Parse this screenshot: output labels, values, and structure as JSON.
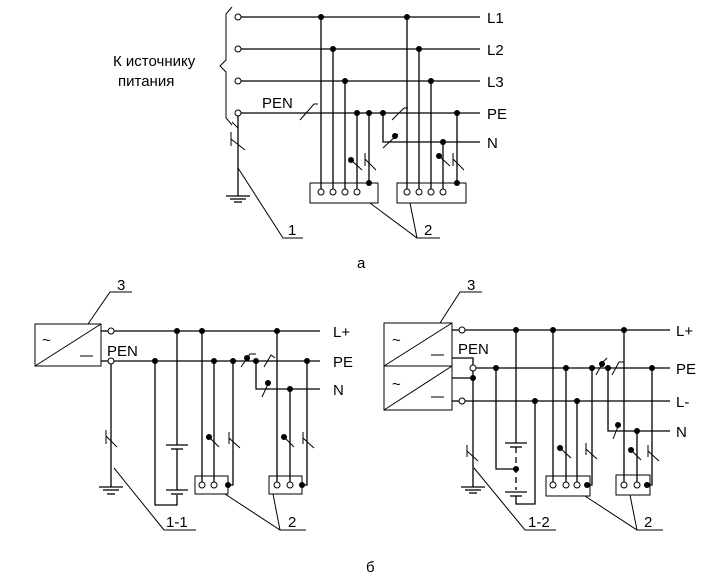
{
  "diagram": {
    "a": {
      "caption": "а",
      "source_label_line1": "К источнику",
      "source_label_line2": "питания",
      "pen_label": "PEN",
      "buses": [
        "L1",
        "L2",
        "L3",
        "PE",
        "N"
      ],
      "callout_grounding": "1",
      "callout_receivers": "2"
    },
    "b": {
      "caption": "б",
      "left": {
        "pen_label": "PEN",
        "buses": [
          "L+",
          "PE",
          "N"
        ],
        "callout_converter": "3",
        "callout_grounding": "1-1",
        "callout_receivers": "2",
        "converter_symbols": [
          "~",
          "—"
        ]
      },
      "right": {
        "pen_label": "PEN",
        "buses": [
          "L+",
          "PE",
          "L-",
          "N"
        ],
        "callout_converter": "3",
        "callout_grounding": "1-2",
        "callout_receivers": "2",
        "converter_symbols": [
          "~",
          "—"
        ]
      }
    }
  }
}
